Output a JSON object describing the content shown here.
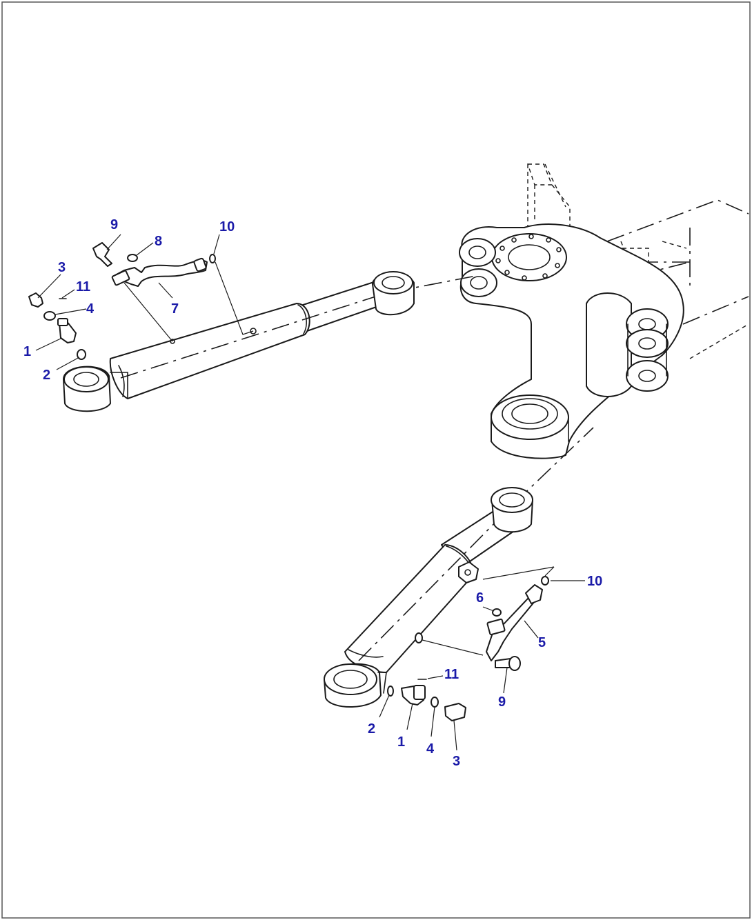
{
  "diagram": {
    "callouts": {
      "left_cylinder": {
        "c9": "9",
        "c8": "8",
        "c10": "10",
        "c3": "3",
        "c11": "11",
        "c4": "4",
        "c7": "7",
        "c1": "1",
        "c2": "2"
      },
      "right_cylinder": {
        "c10": "10",
        "c6": "6",
        "c5": "5",
        "c11": "11",
        "c9": "9",
        "c2": "2",
        "c1": "1",
        "c4": "4",
        "c3": "3"
      }
    },
    "colors": {
      "callout": "#1a1aa8",
      "line": "#1a1a1a",
      "frame": "#555555"
    }
  }
}
